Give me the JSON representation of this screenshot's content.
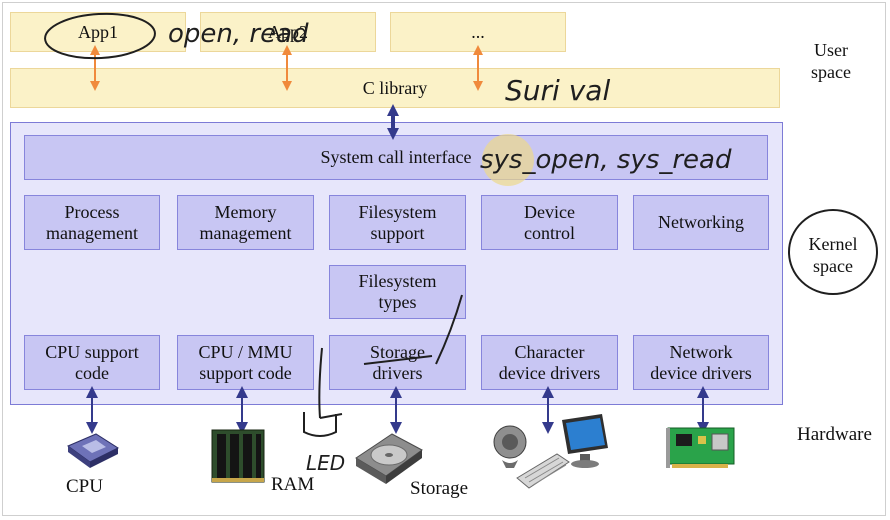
{
  "user_space": {
    "apps": [
      "App1",
      "App2",
      "..."
    ],
    "c_library": "C library",
    "label": "User\nspace"
  },
  "kernel": {
    "label": "Kernel\nspace",
    "syscall": "System call interface",
    "subsystems": [
      "Process\nmanagement",
      "Memory\nmanagement",
      "Filesystem\nsupport",
      "Device\ncontrol",
      "Networking"
    ],
    "fs_types": "Filesystem\ntypes",
    "drivers": [
      "CPU support\ncode",
      "CPU / MMU\nsupport code",
      "Storage\ndrivers",
      "Character\ndevice drivers",
      "Network\ndevice drivers"
    ]
  },
  "hardware": {
    "label": "Hardware",
    "items": [
      "CPU",
      "RAM",
      "Storage"
    ]
  },
  "annotations": {
    "app_calls": "open, read",
    "library_note": "Suri val",
    "syscall_note": "sys_open, sys_read",
    "led_note": "LED"
  },
  "colors": {
    "user_fill": "#fbf2c8",
    "kernel_fill": "#e7e6fb",
    "kernel_box": "#c8c6f3",
    "arrow_orange": "#f08a3c",
    "arrow_blue": "#343a8c"
  }
}
